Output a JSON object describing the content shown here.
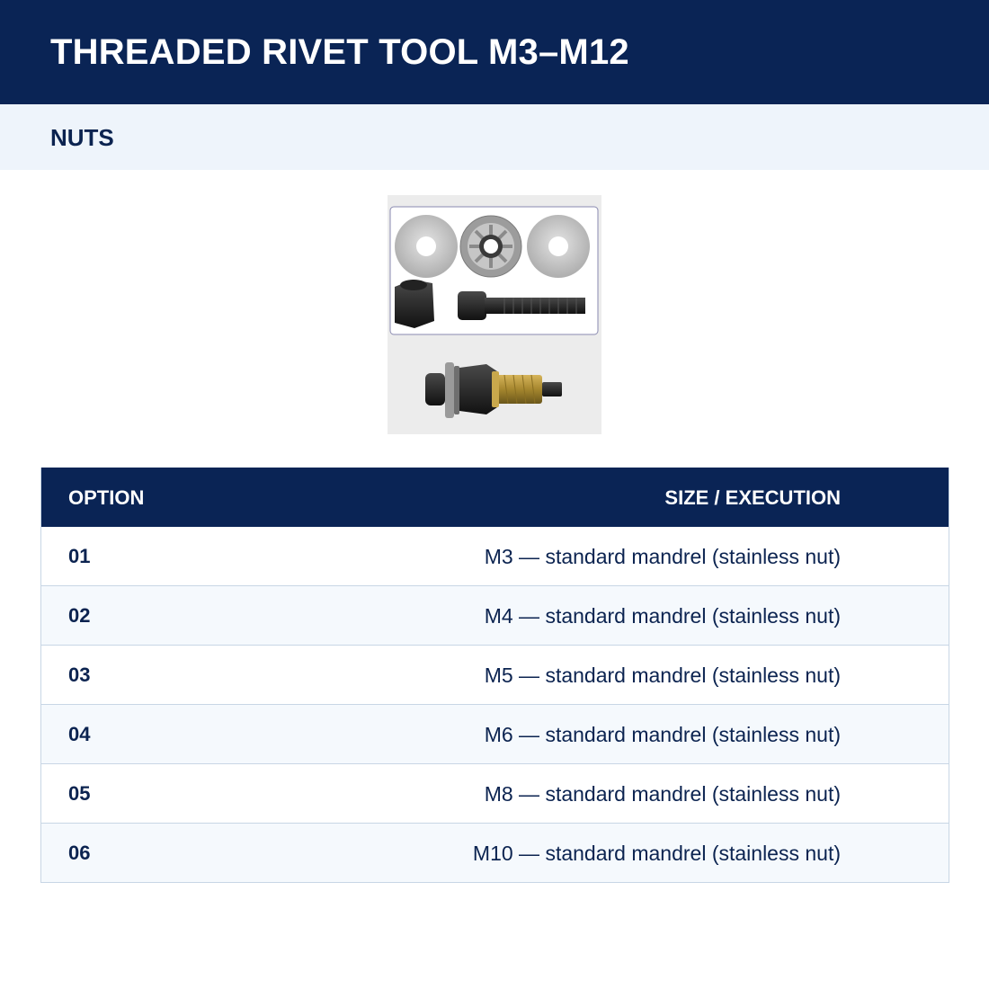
{
  "header": {
    "title": "THREADED RIVET TOOL M3–M12"
  },
  "section": {
    "title": "NUTS"
  },
  "product_image": {
    "icon": "rivet-nut-kit-photo"
  },
  "table": {
    "columns": [
      "OPTION",
      "SIZE / EXECUTION"
    ],
    "rows": [
      {
        "option": "01",
        "size": "M3 — standard mandrel (stainless nut)"
      },
      {
        "option": "02",
        "size": "M4 — standard mandrel (stainless nut)"
      },
      {
        "option": "03",
        "size": "M5 — standard mandrel (stainless nut)"
      },
      {
        "option": "04",
        "size": "M6 — standard mandrel (stainless nut)"
      },
      {
        "option": "05",
        "size": "M8 — standard mandrel (stainless nut)"
      },
      {
        "option": "06",
        "size": "M10 — standard mandrel (stainless nut)"
      }
    ]
  },
  "colors": {
    "navy": "#0a2455",
    "light_band": "#eef4fb",
    "row_alt": "#f5f9fd",
    "border": "#c8d6e5"
  }
}
